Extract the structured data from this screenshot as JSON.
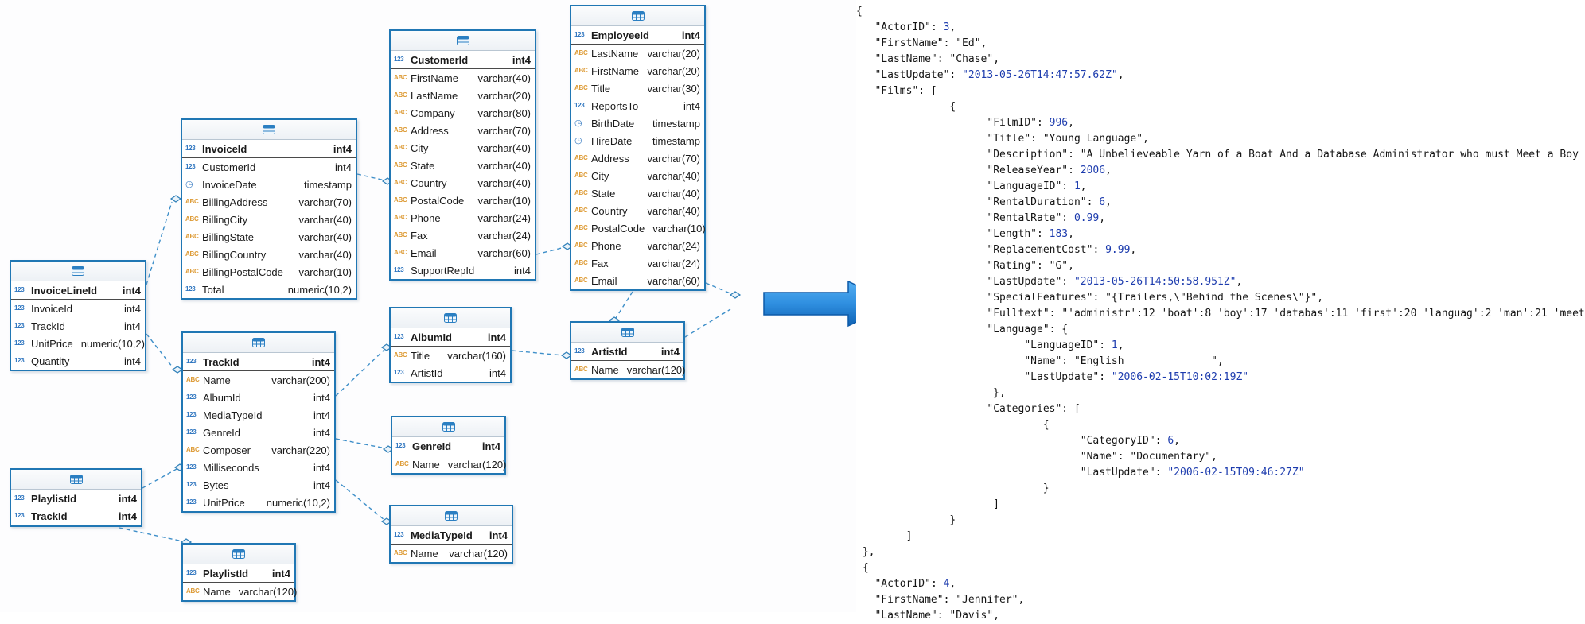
{
  "diagram": {
    "icon_glyphs": {
      "num": "123",
      "str": "ABC",
      "time": "◷"
    },
    "tables": [
      {
        "id": "invoiceline",
        "pk": [
          {
            "icon": "num",
            "name": "InvoiceLineId",
            "type": "int4"
          }
        ],
        "fields": [
          {
            "icon": "num",
            "name": "InvoiceId",
            "type": "int4"
          },
          {
            "icon": "num",
            "name": "TrackId",
            "type": "int4"
          },
          {
            "icon": "num",
            "name": "UnitPrice",
            "type": "numeric(10,2)"
          },
          {
            "icon": "num",
            "name": "Quantity",
            "type": "int4"
          }
        ]
      },
      {
        "id": "invoice",
        "pk": [
          {
            "icon": "num",
            "name": "InvoiceId",
            "type": "int4"
          }
        ],
        "fields": [
          {
            "icon": "num",
            "name": "CustomerId",
            "type": "int4"
          },
          {
            "icon": "time",
            "name": "InvoiceDate",
            "type": "timestamp"
          },
          {
            "icon": "str",
            "name": "BillingAddress",
            "type": "varchar(70)"
          },
          {
            "icon": "str",
            "name": "BillingCity",
            "type": "varchar(40)"
          },
          {
            "icon": "str",
            "name": "BillingState",
            "type": "varchar(40)"
          },
          {
            "icon": "str",
            "name": "BillingCountry",
            "type": "varchar(40)"
          },
          {
            "icon": "str",
            "name": "BillingPostalCode",
            "type": "varchar(10)"
          },
          {
            "icon": "num",
            "name": "Total",
            "type": "numeric(10,2)"
          }
        ]
      },
      {
        "id": "customer",
        "pk": [
          {
            "icon": "num",
            "name": "CustomerId",
            "type": "int4"
          }
        ],
        "fields": [
          {
            "icon": "str",
            "name": "FirstName",
            "type": "varchar(40)"
          },
          {
            "icon": "str",
            "name": "LastName",
            "type": "varchar(20)"
          },
          {
            "icon": "str",
            "name": "Company",
            "type": "varchar(80)"
          },
          {
            "icon": "str",
            "name": "Address",
            "type": "varchar(70)"
          },
          {
            "icon": "str",
            "name": "City",
            "type": "varchar(40)"
          },
          {
            "icon": "str",
            "name": "State",
            "type": "varchar(40)"
          },
          {
            "icon": "str",
            "name": "Country",
            "type": "varchar(40)"
          },
          {
            "icon": "str",
            "name": "PostalCode",
            "type": "varchar(10)"
          },
          {
            "icon": "str",
            "name": "Phone",
            "type": "varchar(24)"
          },
          {
            "icon": "str",
            "name": "Fax",
            "type": "varchar(24)"
          },
          {
            "icon": "str",
            "name": "Email",
            "type": "varchar(60)"
          },
          {
            "icon": "num",
            "name": "SupportRepId",
            "type": "int4"
          }
        ]
      },
      {
        "id": "employee",
        "pk": [
          {
            "icon": "num",
            "name": "EmployeeId",
            "type": "int4"
          }
        ],
        "fields": [
          {
            "icon": "str",
            "name": "LastName",
            "type": "varchar(20)"
          },
          {
            "icon": "str",
            "name": "FirstName",
            "type": "varchar(20)"
          },
          {
            "icon": "str",
            "name": "Title",
            "type": "varchar(30)"
          },
          {
            "icon": "num",
            "name": "ReportsTo",
            "type": "int4"
          },
          {
            "icon": "time",
            "name": "BirthDate",
            "type": "timestamp"
          },
          {
            "icon": "time",
            "name": "HireDate",
            "type": "timestamp"
          },
          {
            "icon": "str",
            "name": "Address",
            "type": "varchar(70)"
          },
          {
            "icon": "str",
            "name": "City",
            "type": "varchar(40)"
          },
          {
            "icon": "str",
            "name": "State",
            "type": "varchar(40)"
          },
          {
            "icon": "str",
            "name": "Country",
            "type": "varchar(40)"
          },
          {
            "icon": "str",
            "name": "PostalCode",
            "type": "varchar(10)"
          },
          {
            "icon": "str",
            "name": "Phone",
            "type": "varchar(24)"
          },
          {
            "icon": "str",
            "name": "Fax",
            "type": "varchar(24)"
          },
          {
            "icon": "str",
            "name": "Email",
            "type": "varchar(60)"
          }
        ]
      },
      {
        "id": "track",
        "pk": [
          {
            "icon": "num",
            "name": "TrackId",
            "type": "int4"
          }
        ],
        "fields": [
          {
            "icon": "str",
            "name": "Name",
            "type": "varchar(200)"
          },
          {
            "icon": "num",
            "name": "AlbumId",
            "type": "int4"
          },
          {
            "icon": "num",
            "name": "MediaTypeId",
            "type": "int4"
          },
          {
            "icon": "num",
            "name": "GenreId",
            "type": "int4"
          },
          {
            "icon": "str",
            "name": "Composer",
            "type": "varchar(220)"
          },
          {
            "icon": "num",
            "name": "Milliseconds",
            "type": "int4"
          },
          {
            "icon": "num",
            "name": "Bytes",
            "type": "int4"
          },
          {
            "icon": "num",
            "name": "UnitPrice",
            "type": "numeric(10,2)"
          }
        ]
      },
      {
        "id": "album",
        "pk": [
          {
            "icon": "num",
            "name": "AlbumId",
            "type": "int4"
          }
        ],
        "fields": [
          {
            "icon": "str",
            "name": "Title",
            "type": "varchar(160)"
          },
          {
            "icon": "num",
            "name": "ArtistId",
            "type": "int4"
          }
        ]
      },
      {
        "id": "artist",
        "pk": [
          {
            "icon": "num",
            "name": "ArtistId",
            "type": "int4"
          }
        ],
        "fields": [
          {
            "icon": "str",
            "name": "Name",
            "type": "varchar(120)"
          }
        ]
      },
      {
        "id": "genre",
        "pk": [
          {
            "icon": "num",
            "name": "GenreId",
            "type": "int4"
          }
        ],
        "fields": [
          {
            "icon": "str",
            "name": "Name",
            "type": "varchar(120)"
          }
        ]
      },
      {
        "id": "mediatype",
        "pk": [
          {
            "icon": "num",
            "name": "MediaTypeId",
            "type": "int4"
          }
        ],
        "fields": [
          {
            "icon": "str",
            "name": "Name",
            "type": "varchar(120)"
          }
        ]
      },
      {
        "id": "playlisttrack",
        "pk": [
          {
            "icon": "num",
            "name": "PlaylistId",
            "type": "int4"
          },
          {
            "icon": "num",
            "name": "TrackId",
            "type": "int4"
          }
        ],
        "fields": []
      },
      {
        "id": "playlist",
        "pk": [
          {
            "icon": "num",
            "name": "PlaylistId",
            "type": "int4"
          }
        ],
        "fields": [
          {
            "icon": "str",
            "name": "Name",
            "type": "varchar(120)"
          }
        ]
      }
    ]
  },
  "json_panel": {
    "lines": [
      "{",
      "   \"ActorID\": 3,",
      "   \"FirstName\": \"Ed\",",
      "   \"LastName\": \"Chase\",",
      "   \"LastUpdate\": \"2013-05-26T14:47:57.62Z\",",
      "   \"Films\": [",
      "               {",
      "                     \"FilmID\": 996,",
      "                     \"Title\": \"Young Language\",",
      "                     \"Description\": \"A Unbelieveable Yarn of a Boat And a Database Administrator who must Meet a Boy",
      "                     \"ReleaseYear\": 2006,",
      "                     \"LanguageID\": 1,",
      "                     \"RentalDuration\": 6,",
      "                     \"RentalRate\": 0.99,",
      "                     \"Length\": 183,",
      "                     \"ReplacementCost\": 9.99,",
      "                     \"Rating\": \"G\",",
      "                     \"LastUpdate\": \"2013-05-26T14:50:58.951Z\",",
      "                     \"SpecialFeatures\": \"{Trailers,\\\"Behind the Scenes\\\"}\",",
      "                     \"Fulltext\": \"'administr':12 'boat':8 'boy':17 'databas':11 'first':20 'languag':2 'man':21 'meet",
      "                     \"Language\": {",
      "                           \"LanguageID\": 1,",
      "                           \"Name\": \"English              \",",
      "                           \"LastUpdate\": \"2006-02-15T10:02:19Z\"",
      "                      },",
      "                     \"Categories\": [",
      "                              {",
      "                                    \"CategoryID\": 6,",
      "                                    \"Name\": \"Documentary\",",
      "                                    \"LastUpdate\": \"2006-02-15T09:46:27Z\"",
      "                              }",
      "                      ]",
      "               }",
      "        ]",
      " },",
      " {",
      "   \"ActorID\": 4,",
      "   \"FirstName\": \"Jennifer\",",
      "   \"LastName\": \"Davis\","
    ]
  }
}
